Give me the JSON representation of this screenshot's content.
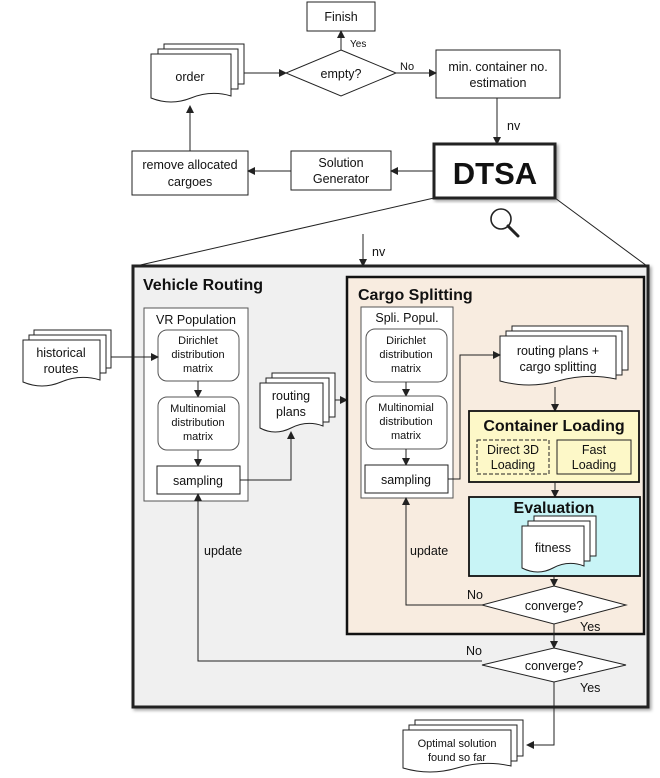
{
  "flow": {
    "finish": "Finish",
    "empty": "empty?",
    "yes": "Yes",
    "no": "No",
    "order": "order",
    "min_container_1": "min. container no.",
    "min_container_2": "estimation",
    "nv": "nv",
    "dtsa": "DTSA",
    "solution_gen_1": "Solution",
    "solution_gen_2": "Generator",
    "remove_1": "remove allocated",
    "remove_2": "cargoes"
  },
  "vehicle_routing": {
    "title": "Vehicle Routing",
    "population": "VR Population",
    "dirichlet": [
      "Dirichlet",
      "distribution",
      "matrix"
    ],
    "multinomial": [
      "Multinomial",
      "distribution",
      "matrix"
    ],
    "sampling": "sampling",
    "historical": [
      "historical",
      "routes"
    ],
    "routing_plans": [
      "routing",
      "plans"
    ],
    "update": "update",
    "converge": "converge?",
    "no": "No",
    "yes": "Yes"
  },
  "cargo_splitting": {
    "title": "Cargo Splitting",
    "population": "Spli. Popul.",
    "dirichlet": [
      "Dirichlet",
      "distribution",
      "matrix"
    ],
    "multinomial": [
      "Multinomial",
      "distribution",
      "matrix"
    ],
    "sampling": "sampling",
    "plans_splitting": [
      "routing plans +",
      "cargo splitting"
    ],
    "update": "update",
    "converge": "converge?",
    "no": "No",
    "yes": "Yes"
  },
  "container_loading": {
    "title": "Container Loading",
    "direct": [
      "Direct 3D",
      "Loading"
    ],
    "fast": [
      "Fast",
      "Loading"
    ]
  },
  "evaluation": {
    "title": "Evaluation",
    "fitness": "fitness"
  },
  "optimal": [
    "Optimal solution",
    "found so far"
  ],
  "colors": {
    "outer_bg": "#f0f0f0",
    "cargo_bg": "#f8ece0",
    "loading_bg": "#fdf8c8",
    "eval_bg": "#c8f4f6",
    "stroke": "#222222"
  }
}
